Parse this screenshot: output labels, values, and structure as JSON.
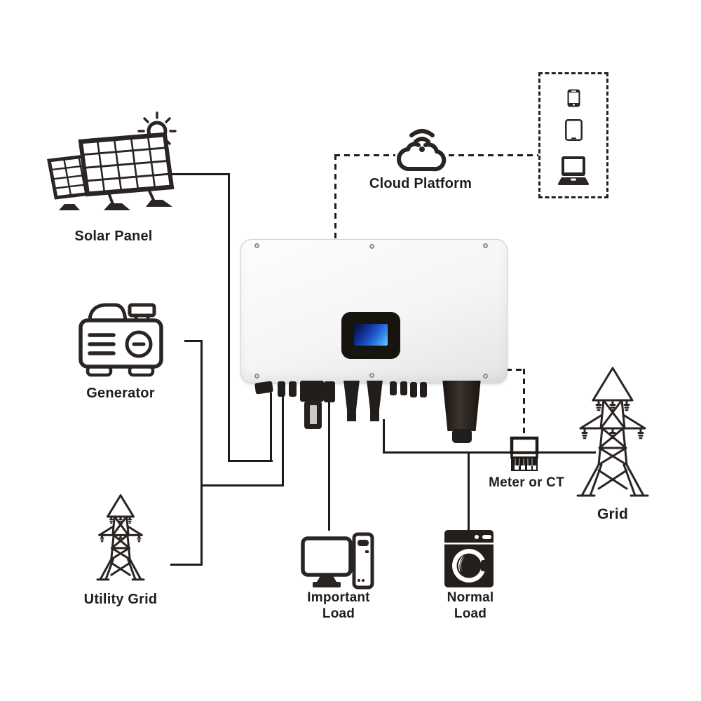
{
  "diagram": {
    "background": "#ffffff",
    "line_color": "#1c1c1c",
    "icon_color": "#2a2522",
    "nodes": {
      "solar_panel": {
        "label": "Solar Panel",
        "icon": "solar-panel-icon"
      },
      "cloud_platform": {
        "label": "Cloud Platform",
        "icon": "cloud-wifi-icon"
      },
      "remote_devices": {
        "icons": [
          "smartphone-icon",
          "tablet-icon",
          "laptop-icon"
        ]
      },
      "generator": {
        "label": "Generator",
        "icon": "generator-icon"
      },
      "utility_grid": {
        "label": "Utility Grid",
        "icon": "transmission-tower-icon"
      },
      "inverter": {
        "icon": "hybrid-inverter-image",
        "screen": {
          "bezel": "#17130f",
          "lcd_dark": "#0e2f8f",
          "lcd_light": "#63c2f8"
        },
        "ports": [
          "pv-connector",
          "com-connectors",
          "wifi-dongle",
          "load-connector",
          "ac-cone-connectors",
          "ac-conduit"
        ]
      },
      "meter": {
        "label": "Meter or CT",
        "icon": "energy-meter-icon"
      },
      "grid": {
        "label": "Grid",
        "icon": "transmission-tower-icon"
      },
      "important_load": {
        "label_line1": "Important",
        "label_line2": "Load",
        "icon": "desktop-computer-icon"
      },
      "normal_load": {
        "label_line1": "Normal",
        "label_line2": "Load",
        "icon": "washing-machine-icon"
      }
    },
    "connections": [
      {
        "from": "solar_panel",
        "to": "inverter",
        "style": "solid"
      },
      {
        "from": "generator",
        "to": "inverter",
        "style": "solid"
      },
      {
        "from": "utility_grid",
        "to": "inverter",
        "style": "solid"
      },
      {
        "from": "inverter",
        "to": "important_load",
        "style": "solid"
      },
      {
        "from": "inverter",
        "to": "normal_load",
        "style": "solid"
      },
      {
        "from": "inverter",
        "to": "meter",
        "style": "solid"
      },
      {
        "from": "meter",
        "to": "grid",
        "style": "solid"
      },
      {
        "from": "inverter",
        "to": "cloud_platform",
        "style": "dashed"
      },
      {
        "from": "cloud_platform",
        "to": "remote_devices",
        "style": "dashed"
      },
      {
        "from": "inverter",
        "to": "meter",
        "style": "dashed"
      }
    ]
  }
}
